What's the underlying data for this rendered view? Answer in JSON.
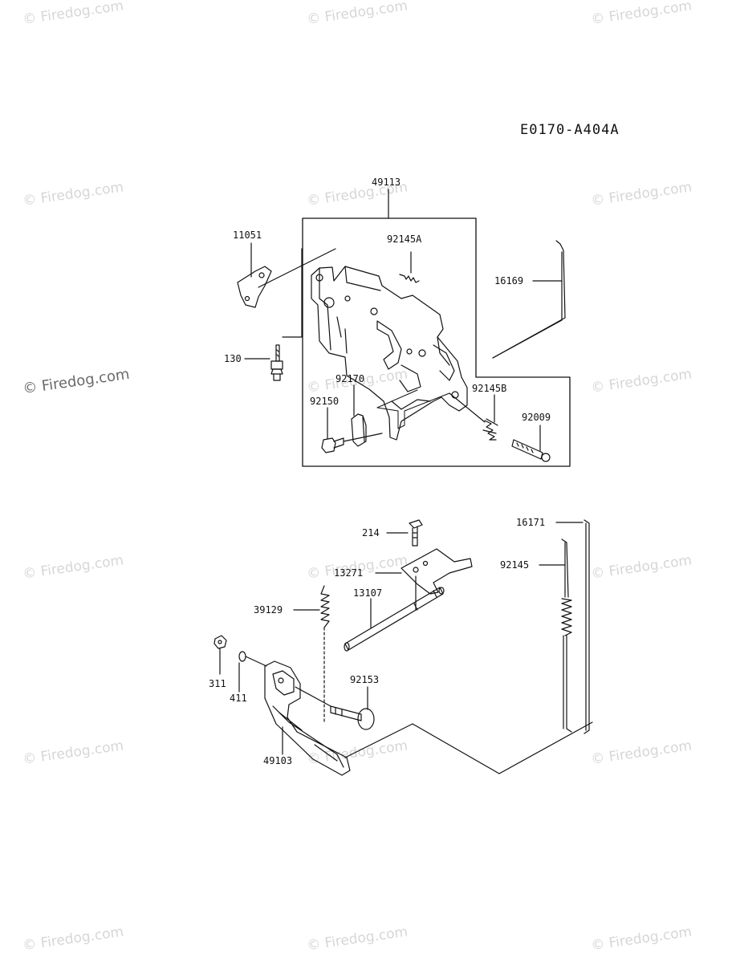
{
  "diagram_code": "E0170-A404A",
  "watermark_text": "© Firedog.com",
  "labels": {
    "p49113": "49113",
    "p11051": "11051",
    "p92145A": "92145A",
    "p16169": "16169",
    "p130": "130",
    "p92170": "92170",
    "p92150": "92150",
    "p92145B": "92145B",
    "p92009": "92009",
    "p214": "214",
    "p16171": "16171",
    "p13271": "13271",
    "p92145": "92145",
    "p39129": "39129",
    "p13107": "13107",
    "p311": "311",
    "p411": "411",
    "p92153": "92153",
    "p49103": "49103"
  }
}
